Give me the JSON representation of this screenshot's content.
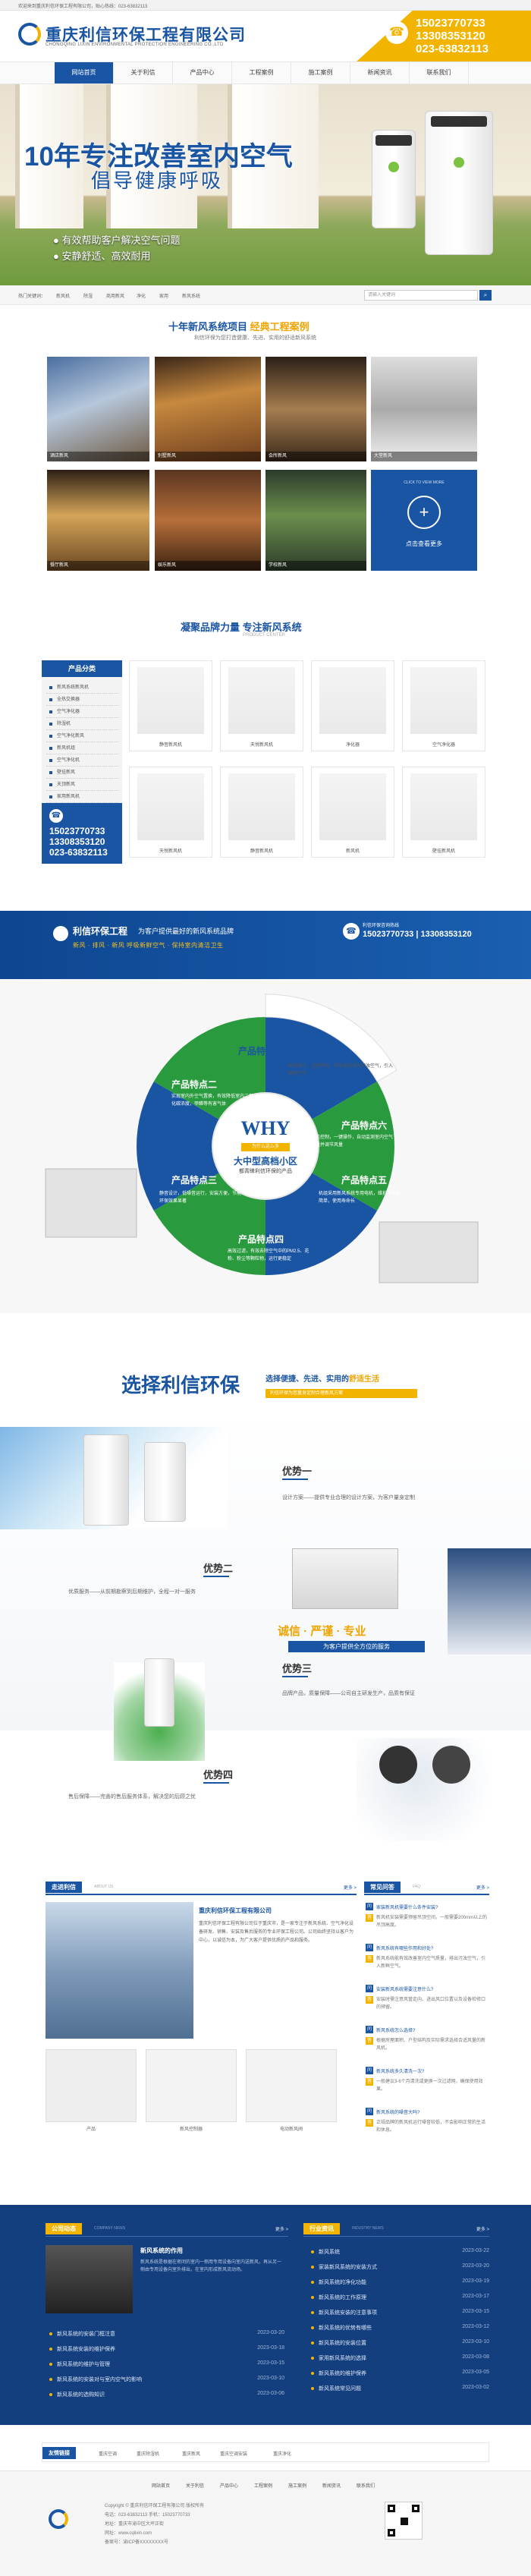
{
  "topbar": {
    "text": "欢迎来到重庆利信环保工程有限公司，贴心热线：023-63832113"
  },
  "header": {
    "logo_name": "重庆利信环保工程有限公司",
    "logo_en": "CHONGQING LIXIN ENVIRONMENTAL PROTECTION ENGINEERING CO.,LTD",
    "phones": [
      "15023770733",
      "13308353120",
      "023-63832113"
    ],
    "brand_blue": "#1a55a3",
    "brand_yellow": "#f3b400"
  },
  "nav": [
    "网站首页",
    "关于利信",
    "产品中心",
    "工程案例",
    "施工案例",
    "新闻资讯",
    "联系我们"
  ],
  "hero": {
    "headline": "10年专注改善室内空气",
    "slogan": "倡导健康呼吸",
    "bullets": [
      "● 有效帮助客户解决空气问题",
      "● 安静舒适、高效耐用"
    ]
  },
  "search": {
    "label": "热门关键词：",
    "keywords": [
      "新风机",
      "除湿",
      "商用新风",
      "净化",
      "家用",
      "新风系统"
    ],
    "placeholder": "请输入关键词",
    "button_icon": "search-icon"
  },
  "cases": {
    "title_a": "十年新风系统项目",
    "title_b": "经典工程案例",
    "sub": "利信环保为您打造健康、先进、实用的舒适新风系统",
    "items": [
      "酒店新风",
      "别墅新风",
      "会所新风",
      "大堂新风",
      "餐厅新风",
      "娱乐新风",
      "学校新风"
    ],
    "more_en": "CLICK TO VIEW MORE",
    "more": "点击查看更多"
  },
  "products": {
    "title": "凝聚品牌力量  专注新风系统",
    "sub_en": "PRODUCT CENTER",
    "cat_head": "产品分类",
    "categories": [
      "新风系统新风机",
      "全热交换器",
      "空气净化器",
      "除湿机",
      "空气净化新风",
      "新风机组",
      "空气净化机",
      "壁挂新风",
      "天顶新风",
      "家用新风机"
    ],
    "items": [
      "静音新风机",
      "天悦新风机",
      "净化器",
      "空气净化器",
      "天悦新风机",
      "静音新风机",
      "新风机",
      "壁挂新风机"
    ]
  },
  "band": {
    "title": "利信环保工程",
    "title2": "为客户提供最好的新风系统品牌",
    "slogan": "新风 · 排风 · 新风    呼吸新鲜空气 · 保持室内清洁卫生",
    "phone_label": "利信环保咨询热线",
    "phones": "15023770733 | 13308353120"
  },
  "why": {
    "features": [
      {
        "title": "产品特点一",
        "desc": "新风换气，全屋呼吸，有效排出室内污浊空气，引入新鲜空气"
      },
      {
        "title": "产品特点二",
        "desc": "实现室内外空气置换，有效降低室内二氧化碳浓度，甲醛等有害气体"
      },
      {
        "title": "产品特点三",
        "desc": "静音设计，低噪音运行，安装方便，节能环保效果显著"
      },
      {
        "title": "产品特点四",
        "desc": "高效过滤，有效去除空气中的PM2.5、花粉、粉尘等颗粒物，运行更稳定"
      },
      {
        "title": "产品特点五",
        "desc": "机组采用新风系统专用电机，维护保养更简单，使用寿命长"
      },
      {
        "title": "产品特点六",
        "desc": "智能控制，一键操作，自动监测室内空气质量并调节风量"
      }
    ],
    "center_title": "WHY",
    "center_sub": "为什么这么多",
    "center_main": "大中型高档小区",
    "center_small": "都青睐利信环保的产品"
  },
  "advantages": {
    "title": "选择利信环保",
    "sub_a": "选择便捷、先进、实用的",
    "sub_b": "舒适生活",
    "chip": "利信环保为您量身定制合理新风方案",
    "slogans": [
      "诚信 · 严谨 · 专业",
      "为客户提供全方位的服务"
    ],
    "items": [
      {
        "name": "优势一",
        "text": "设计方案——提供专业合理的设计方案，为客户量身定制"
      },
      {
        "name": "优势二",
        "text": "优质服务——从前期勘察到后期维护，全程一对一服务"
      },
      {
        "name": "优势三",
        "text": "品牌产品，质量保障——公司自主研发生产，品质有保证"
      },
      {
        "name": "优势四",
        "text": "售后保障——完善的售后服务体系，解决您的后顾之忧"
      }
    ]
  },
  "about": {
    "head": "走进利信",
    "head_en": "ABOUT US",
    "more": "更多 >",
    "company": "重庆利信环保工程有限公司",
    "text": "重庆利信环保工程有限公司位于重庆市，是一家专注于新风系统、空气净化设备研发、销售、安装及售后服务的专业环保工程公司。公司始终坚持以客户为中心，以诚信为本，为广大客户提供优质的产品和服务。",
    "thumbs": [
      "产品",
      "新风控制器",
      "电动新风阀"
    ]
  },
  "faq": {
    "head": "常见问答",
    "head_en": "FAQ",
    "more": "更多 >",
    "items": [
      {
        "q": "家装新风机需要什么条件安装?",
        "a": "新风机安装需要预留吊顶空间，一般需要200mm以上的吊顶高度。"
      },
      {
        "q": "新风系统有哪些作用和好处?",
        "a": "新风系统能有效改善室内空气质量，排出污浊空气，引入新鲜空气。"
      },
      {
        "q": "安装新风系统需要注意什么?",
        "a": "安装时需注意风管走向、进出风口位置以及设备检修口的预留。"
      },
      {
        "q": "新风系统怎么选择?",
        "a": "根据房屋面积、户型结构及实际需求选择合适风量的新风机。"
      },
      {
        "q": "新风系统多久清洗一次?",
        "a": "一般建议3-6个月清洗或更换一次过滤网，确保使用效果。"
      },
      {
        "q": "新风系统的噪音大吗?",
        "a": "正规品牌的新风机运行噪音较低，不会影响正常的生活和休息。"
      }
    ]
  },
  "news": {
    "head": "公司动态",
    "head_en": "COMPANY NEWS",
    "more": "更多 >",
    "feature_title": "新风系统的作用",
    "feature_text": "新风系统是根据在密闭的室内一侧用专用设备向室内送新风，再从另一侧由专用设备向室外排出，在室内形成新风流动场。",
    "items": [
      {
        "t": "新风系统的安装门框注意",
        "d": "2023-03-20"
      },
      {
        "t": "新风系统安装的维护保养",
        "d": "2023-03-18"
      },
      {
        "t": "新风系统的维护与管理",
        "d": "2023-03-15"
      },
      {
        "t": "新风系统的安装对与室内空气的影响",
        "d": "2023-03-10"
      },
      {
        "t": "新风系统的选购知识",
        "d": "2023-03-06"
      }
    ]
  },
  "industry": {
    "head": "行业资讯",
    "head_en": "INDUSTRY NEWS",
    "more": "更多 >",
    "items": [
      {
        "t": "新风系统",
        "d": "2023-03-22"
      },
      {
        "t": "家装新风系统的安装方式",
        "d": "2023-03-20"
      },
      {
        "t": "新风系统的净化功能",
        "d": "2023-03-19"
      },
      {
        "t": "新风系统的工作原理",
        "d": "2023-03-17"
      },
      {
        "t": "新风系统安装的注意事项",
        "d": "2023-03-15"
      },
      {
        "t": "新风系统的优势有哪些",
        "d": "2023-03-12"
      },
      {
        "t": "新风系统的安装位置",
        "d": "2023-03-10"
      },
      {
        "t": "家用新风系统的选择",
        "d": "2023-03-08"
      },
      {
        "t": "新风系统的维护保养",
        "d": "2023-03-05"
      },
      {
        "t": "新风系统常见问题",
        "d": "2023-03-02"
      }
    ]
  },
  "links": {
    "head": "友情链接",
    "items": [
      "重庆空调",
      "重庆除湿机",
      "重庆新风",
      "重庆空调安装",
      "重庆净化"
    ]
  },
  "footer": {
    "nav": [
      "网站首页",
      "关于利信",
      "产品中心",
      "工程案例",
      "施工案例",
      "新闻资讯",
      "联系我们"
    ],
    "lines": [
      "Copyright © 重庆利信环保工程有限公司 版权所有",
      "电话：023-63832113    手机：15023770733",
      "地址：重庆市渝中区大坪正街",
      "网址：www.cqlixin.com",
      "备案号：渝ICP备XXXXXXXX号"
    ]
  }
}
